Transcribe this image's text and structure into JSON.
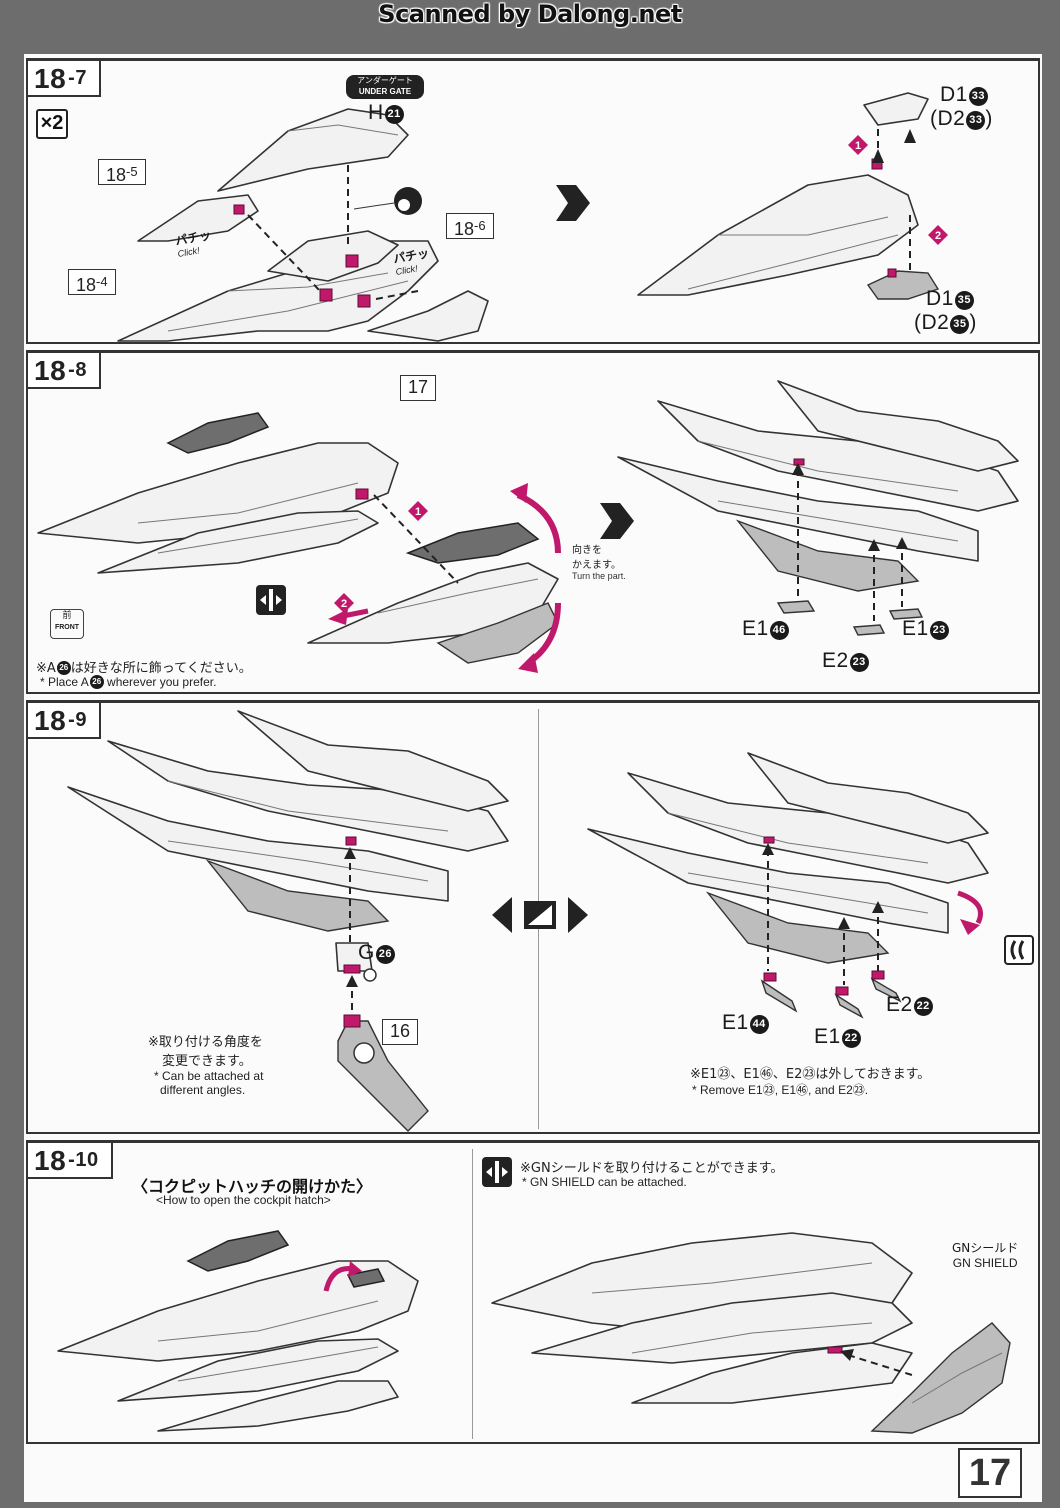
{
  "watermark": "Scanned by Dalong.net",
  "page_number": "17",
  "steps": {
    "s18_7": {
      "tag_main": "18",
      "tag_sub": "-7",
      "multiplier": "×2",
      "under_gate_jp": "アンダーゲート",
      "under_gate_en": "UNDER GATE",
      "part_h": "H",
      "part_h_num": "21",
      "ref_a": "18",
      "ref_a_sub": "-5",
      "ref_b": "18",
      "ref_b_sub": "-6",
      "ref_c": "18",
      "ref_c_sub": "-4",
      "click_1_jp": "パチッ",
      "click_1_en": "Click!",
      "click_2_jp": "パチッ",
      "click_2_en": "Click!",
      "d1_top": "D1",
      "d1_top_num": "33",
      "d2_top": "(D2",
      "d2_top_num": "33",
      "d2_top_close": ")",
      "d1_bot": "D1",
      "d1_bot_num": "35",
      "d2_bot": "(D2",
      "d2_bot_num": "35",
      "d2_bot_close": ")",
      "step_marker_1": "1",
      "step_marker_2": "2"
    },
    "s18_8": {
      "tag_main": "18",
      "tag_sub": "-8",
      "ref_17": "17",
      "step_marker_1": "1",
      "step_marker_2": "2",
      "turn_jp_1": "向きを",
      "turn_jp_2": "かえます。",
      "turn_en": "Turn the part.",
      "front_jp": "前",
      "front_en": "FRONT",
      "note_jp_prefix": "※A",
      "note_jp_num": "26",
      "note_jp_suffix": "は好きな所に飾ってください。",
      "note_en_prefix": "* Place A",
      "note_en_num": "26",
      "note_en_suffix": " wherever you prefer.",
      "e1a": "E1",
      "e1a_num": "46",
      "e1b": "E1",
      "e1b_num": "23",
      "e2": "E2",
      "e2_num": "23"
    },
    "s18_9": {
      "tag_main": "18",
      "tag_sub": "-9",
      "part_g": "G",
      "part_g_num": "26",
      "ref_16": "16",
      "angle_jp_1": "※取り付ける角度を",
      "angle_jp_2": "変更できます。",
      "angle_en_1": "* Can be attached at",
      "angle_en_2": "different angles.",
      "e1a": "E1",
      "e1a_num": "44",
      "e1b": "E1",
      "e1b_num": "22",
      "e2": "E2",
      "e2_num": "22",
      "remove_jp": "※E1㉓、E1㊻、E2㉓は外しておきます。",
      "remove_en": "* Remove E1㉓, E1㊻, and E2㉓."
    },
    "s18_10": {
      "tag_main": "18",
      "tag_sub": "-10",
      "hatch_jp": "〈コクピットハッチの開けかた〉",
      "hatch_en": "<How to open the cockpit hatch>",
      "shield_note_jp": "※GNシールドを取り付けることができます。",
      "shield_note_en": "* GN SHIELD can be attached.",
      "shield_label_jp": "GNシールド",
      "shield_label_en": "GN SHIELD"
    }
  },
  "colors": {
    "accent": "#c0196b",
    "line": "#333333",
    "scan_border": "#6d6d6d"
  },
  "icons": [
    "multiplier-x2-icon",
    "big-right-arrow-icon",
    "attach-icon",
    "swap-arrow-icon",
    "front-icon",
    "bracket-icon"
  ]
}
